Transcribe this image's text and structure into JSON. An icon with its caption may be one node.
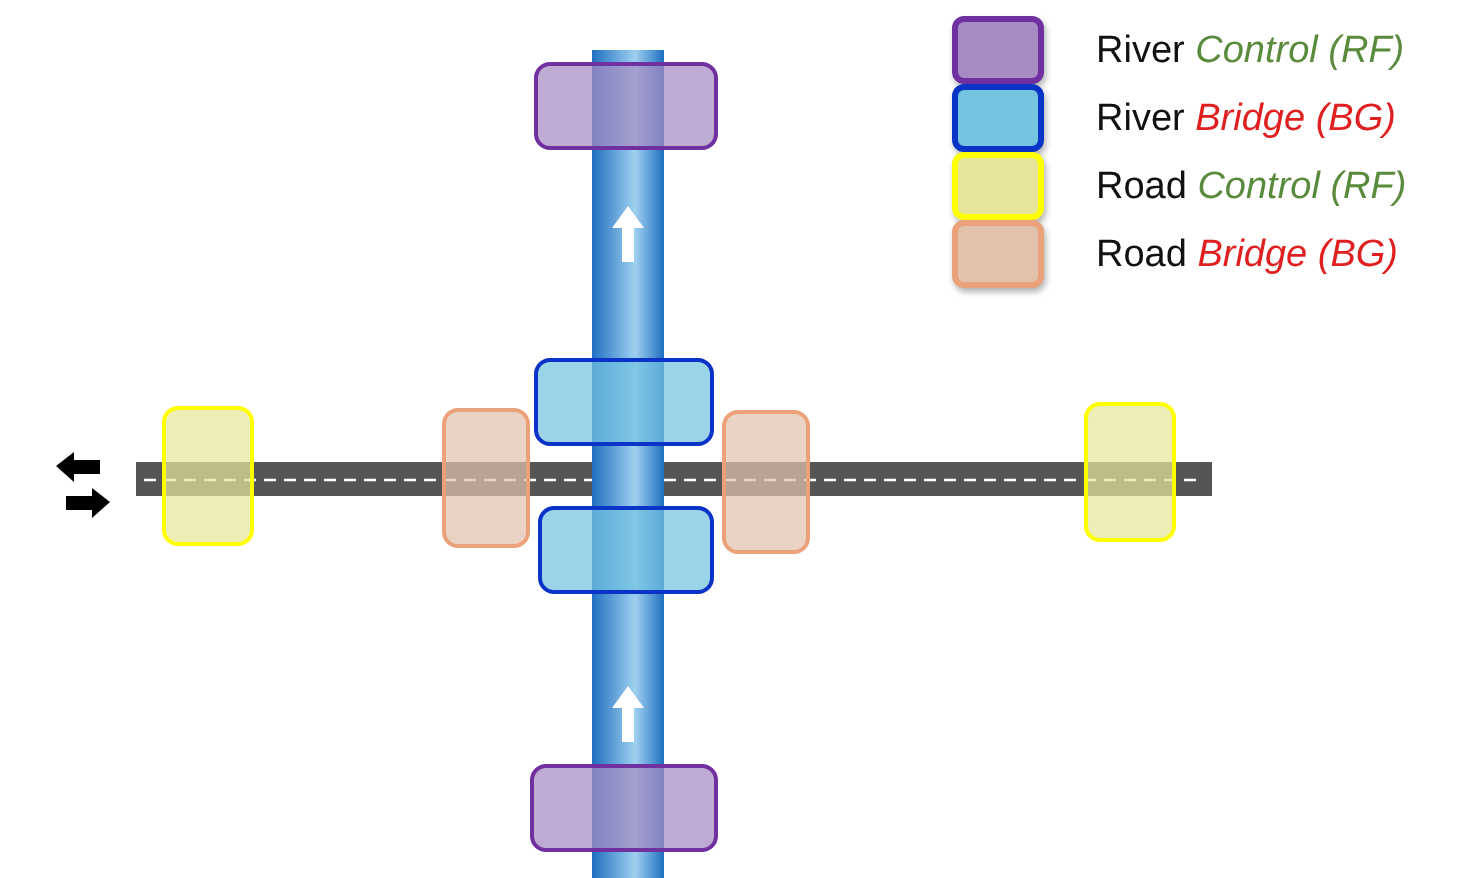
{
  "diagram": {
    "legend": [
      {
        "text": "River *Control (RF)*",
        "color": "#a68cc2"
      },
      {
        "text": "River *Bridge (BG)*",
        "color": "#74c3e0"
      },
      {
        "text": "Road *Control (RF)*",
        "color": "#e6e69a"
      },
      {
        "text": "Road *Bridge (BG)*",
        "color": "#e2c2ad"
      }
    ]
  }
}
